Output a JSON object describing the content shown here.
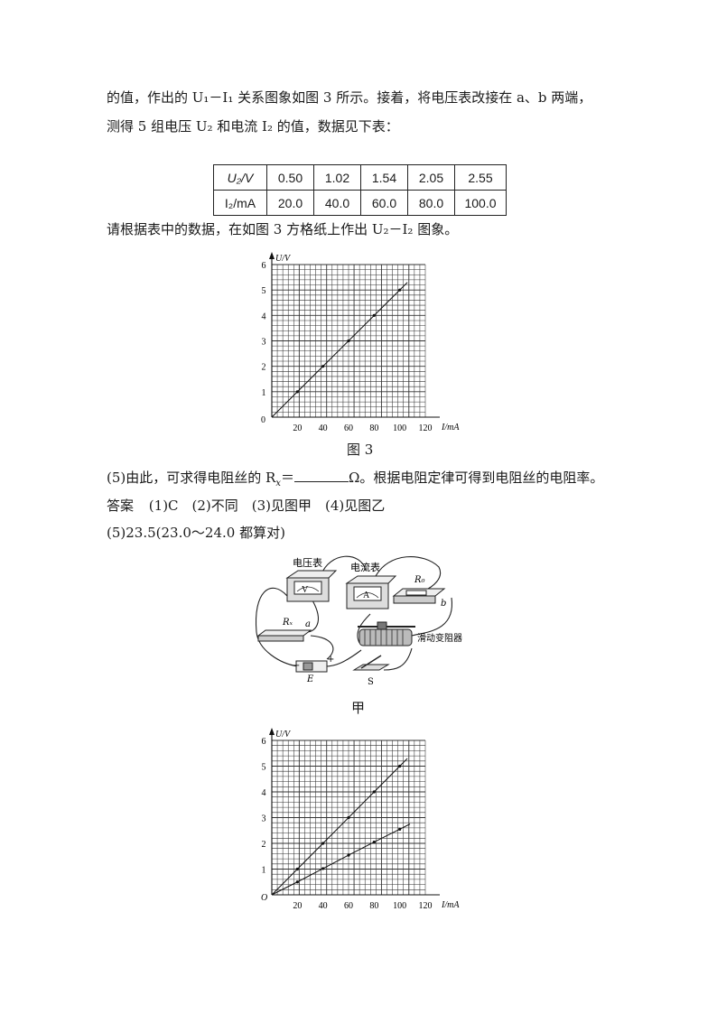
{
  "text": {
    "p1": "的值，作出的 U₁－I₁ 关系图象如图 3 所示。接着，将电压表改接在 a、b 两端，",
    "p2": "测得 5 组电压 U₂ 和电流 I₂ 的值，数据见下表：",
    "p3": "请根据表中的数据，在如图 3 方格纸上作出 U₂－I₂ 图象。",
    "fig3_caption": "图 3",
    "q5_prefix": "(5)由此，可求得电阻丝的 R",
    "q5_sub": "x",
    "q5_suffix": "＝",
    "q5_tail": "Ω。根据电阻定律可得到电阻丝的电阻率。",
    "answer_label": "答案",
    "answer_items": "(1)C　(2)不同　(3)见图甲　(4)见图乙",
    "answer5": "(5)23.5(23.0～24.0 都算对)",
    "fig_jia_caption": "甲"
  },
  "table": {
    "row1_header": "U₂/V",
    "row1": [
      "0.50",
      "1.02",
      "1.54",
      "2.05",
      "2.55"
    ],
    "row2_header": "I₂/mA",
    "row2": [
      "20.0",
      "40.0",
      "60.0",
      "80.0",
      "100.0"
    ]
  },
  "circuit": {
    "voltmeter_label": "电压表",
    "voltmeter_symbol": "V",
    "ammeter_label": "电流表",
    "ammeter_symbol": "A",
    "r0_label": "R₀",
    "rx_label": "Rₓ",
    "node_a": "a",
    "node_b": "b",
    "rheostat_label": "滑动变阻器",
    "battery_label": "E",
    "switch_label": "S",
    "plus": "+",
    "minus": "−"
  },
  "chart_data": [
    {
      "type": "line",
      "title": "",
      "xlabel": "I/mA",
      "ylabel": "U/V",
      "xlim": [
        0,
        120
      ],
      "ylim": [
        0,
        6
      ],
      "x_ticks": [
        "20",
        "40",
        "60",
        "80",
        "100",
        "120"
      ],
      "y_ticks": [
        "1",
        "2",
        "3",
        "4",
        "5",
        "6"
      ],
      "origin_label": "0",
      "grid": true,
      "series": [
        {
          "x": [
            0,
            20,
            40,
            60,
            80,
            100,
            106
          ],
          "y": [
            0,
            1.0,
            2.0,
            3.0,
            4.0,
            5.0,
            5.3
          ]
        }
      ]
    },
    {
      "type": "line",
      "title": "",
      "xlabel": "I/mA",
      "ylabel": "U/V",
      "xlim": [
        0,
        120
      ],
      "ylim": [
        0,
        6
      ],
      "x_ticks": [
        "20",
        "40",
        "60",
        "80",
        "100",
        "120"
      ],
      "y_ticks": [
        "1",
        "2",
        "3",
        "4",
        "5",
        "6"
      ],
      "origin_label": "O",
      "grid": true,
      "series": [
        {
          "x": [
            0,
            20,
            40,
            60,
            80,
            100,
            106
          ],
          "y": [
            0,
            1.0,
            2.0,
            3.0,
            4.0,
            5.0,
            5.3
          ]
        },
        {
          "x": [
            0,
            20,
            40,
            60,
            80,
            100,
            108
          ],
          "y": [
            0,
            0.5,
            1.02,
            1.54,
            2.05,
            2.55,
            2.75
          ]
        }
      ]
    }
  ]
}
